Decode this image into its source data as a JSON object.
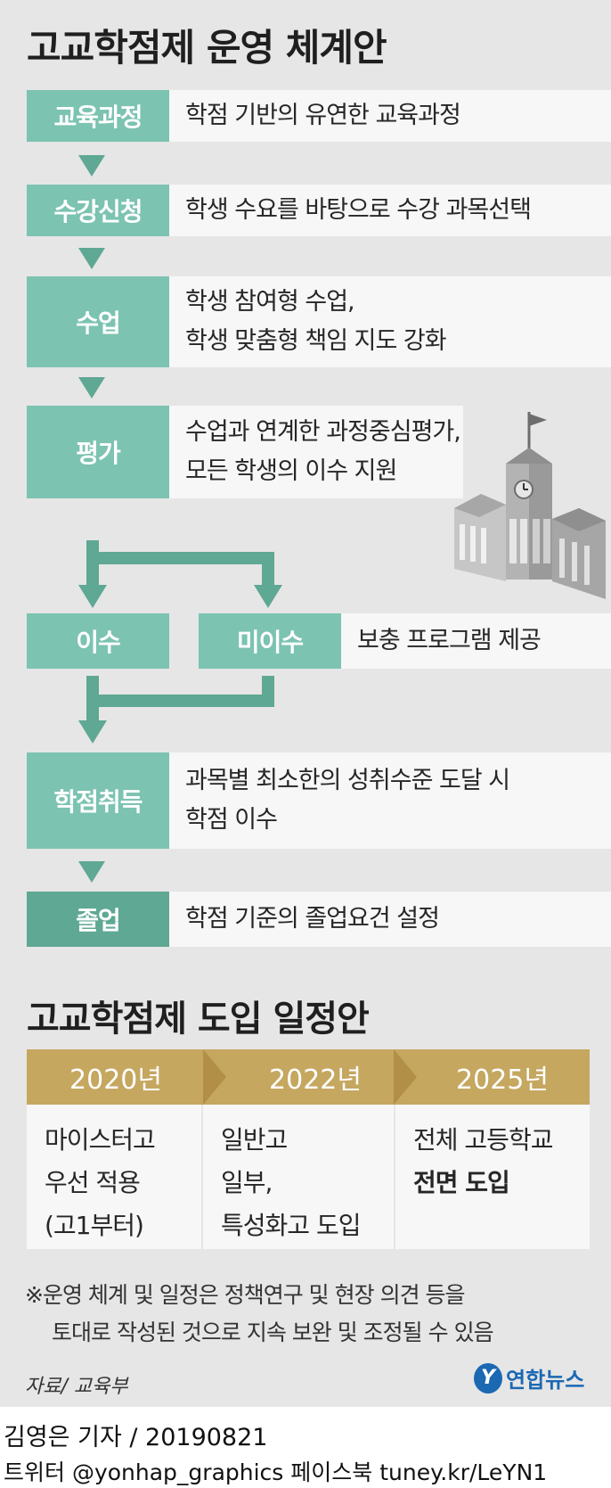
{
  "title": "고교학점제 운영 체계안",
  "steps": [
    {
      "label": "교육과정",
      "desc": [
        "학점 기반의 유연한 교육과정"
      ]
    },
    {
      "label": "수강신청",
      "desc": [
        "학생 수요를 바탕으로 수강 과목선택"
      ]
    },
    {
      "label": "수업",
      "desc": [
        "학생 참여형 수업,",
        "학생 맞춤형 책임 지도 강화"
      ]
    },
    {
      "label": "평가",
      "desc": [
        "수업과 연계한 과정중심평가,",
        "모든 학생의 이수 지원"
      ]
    },
    {
      "label": "이수"
    },
    {
      "label": "미이수",
      "desc": [
        "보충 프로그램 제공"
      ]
    },
    {
      "label": "학점취득",
      "desc": [
        "과목별 최소한의 성취수준 도달 시",
        "학점 이수"
      ]
    },
    {
      "label": "졸업",
      "desc": [
        "학점 기준의 졸업요건 설정"
      ]
    }
  ],
  "schedule": {
    "title": "고교학점제 도입 일정안",
    "columns": [
      {
        "year": "2020년",
        "lines": [
          "마이스터고",
          "우선 적용",
          "(고1부터)"
        ]
      },
      {
        "year": "2022년",
        "lines": [
          "일반고",
          "일부,",
          "특성화고 도입"
        ]
      },
      {
        "year": "2025년",
        "lines": [
          "전체 고등학교",
          "전면 도입"
        ]
      }
    ]
  },
  "note": [
    "※운영 체계 및 일정은 정책연구 및 현장 의견 등을",
    "토대로 작성된 것으로 지속 보완 및 조정될 수 있음"
  ],
  "source": "자료/ 교육부",
  "logo": {
    "mark": "Y",
    "text": "연합뉴스"
  },
  "credit": "김영은 기자 / 20190821",
  "sns": "트위터 @yonhap_graphics  페이스북 tuney.kr/LeYN1",
  "colors": {
    "teal": "#7cc3b1",
    "teal_dark": "#5fa893",
    "gold": "#c5a760",
    "panel": "#e6e6e6"
  }
}
